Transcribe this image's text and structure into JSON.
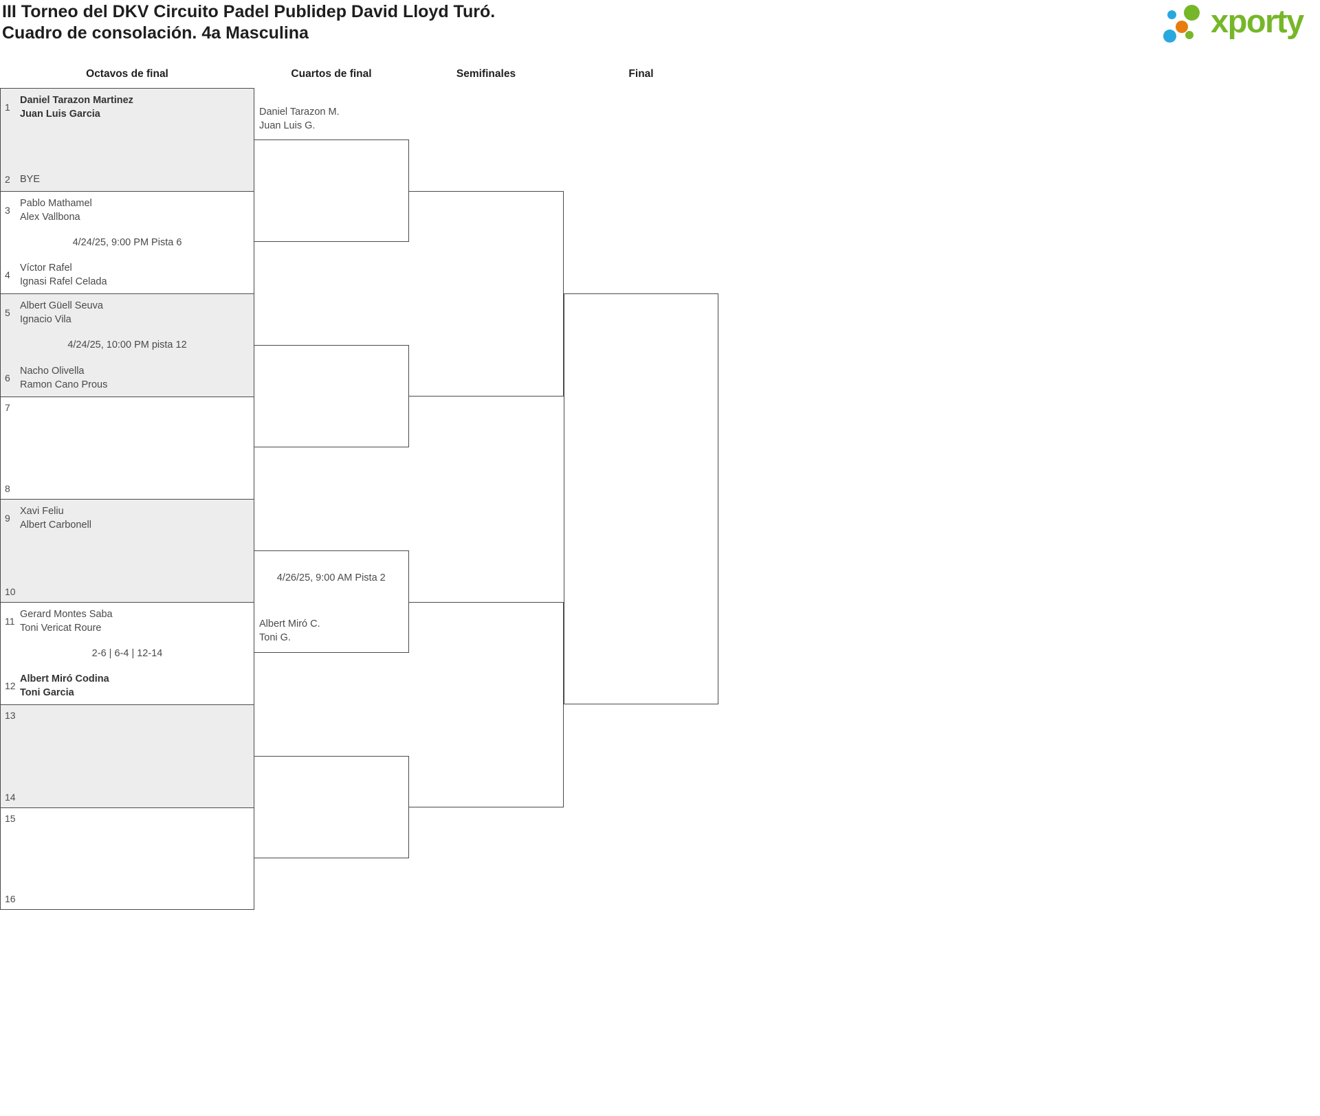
{
  "title": {
    "line1": "III Torneo del DKV Circuito Padel Publidep David Lloyd Turó.",
    "line2": "Cuadro de consolación. 4a Masculina"
  },
  "logo": {
    "text": "xporty",
    "green": "#76b729",
    "blue": "#29a8e0",
    "orange": "#e87c0f"
  },
  "rounds": [
    "Octavos de final",
    "Cuartos de final",
    "Semifinales",
    "Final"
  ],
  "r16": [
    {
      "top": {
        "seed": "1",
        "name1": "Daniel Tarazon Martinez",
        "name2": "Juan Luis Garcia"
      },
      "bottom": {
        "seed": "2",
        "name1": "BYE",
        "name2": ""
      },
      "info": ""
    },
    {
      "top": {
        "seed": "3",
        "name1": "Pablo Mathamel",
        "name2": "Alex Vallbona"
      },
      "bottom": {
        "seed": "4",
        "name1": "Víctor Rafel",
        "name2": "Ignasi Rafel Celada"
      },
      "info": "4/24/25, 9:00 PM Pista 6"
    },
    {
      "top": {
        "seed": "5",
        "name1": "Albert Güell Seuva",
        "name2": "Ignacio Vila"
      },
      "bottom": {
        "seed": "6",
        "name1": "Nacho Olivella",
        "name2": "Ramon Cano Prous"
      },
      "info": "4/24/25, 10:00 PM pista 12"
    },
    {
      "top": {
        "seed": "7",
        "name1": "",
        "name2": ""
      },
      "bottom": {
        "seed": "8",
        "name1": "",
        "name2": ""
      },
      "info": ""
    },
    {
      "top": {
        "seed": "9",
        "name1": "Xavi Feliu",
        "name2": "Albert Carbonell"
      },
      "bottom": {
        "seed": "10",
        "name1": "",
        "name2": ""
      },
      "info": ""
    },
    {
      "top": {
        "seed": "11",
        "name1": "Gerard Montes Saba",
        "name2": "Toni Vericat Roure"
      },
      "bottom": {
        "seed": "12",
        "name1": "Albert Miró Codina",
        "name2": "Toni Garcia"
      },
      "info": "2-6 | 6-4 | 12-14"
    },
    {
      "top": {
        "seed": "13",
        "name1": "",
        "name2": ""
      },
      "bottom": {
        "seed": "14",
        "name1": "",
        "name2": ""
      },
      "info": ""
    },
    {
      "top": {
        "seed": "15",
        "name1": "",
        "name2": ""
      },
      "bottom": {
        "seed": "16",
        "name1": "",
        "name2": ""
      },
      "info": ""
    }
  ],
  "qf": [
    {
      "top1": "Daniel Tarazon M.",
      "top2": "Juan Luis G.",
      "info": "",
      "bot1": "",
      "bot2": ""
    },
    {
      "top1": "",
      "top2": "",
      "info": "",
      "bot1": "",
      "bot2": ""
    },
    {
      "top1": "",
      "top2": "",
      "info": "4/26/25, 9:00 AM Pista 2",
      "bot1": "Albert Miró C.",
      "bot2": "Toni G."
    },
    {
      "top1": "",
      "top2": "",
      "info": "",
      "bot1": "",
      "bot2": ""
    }
  ]
}
